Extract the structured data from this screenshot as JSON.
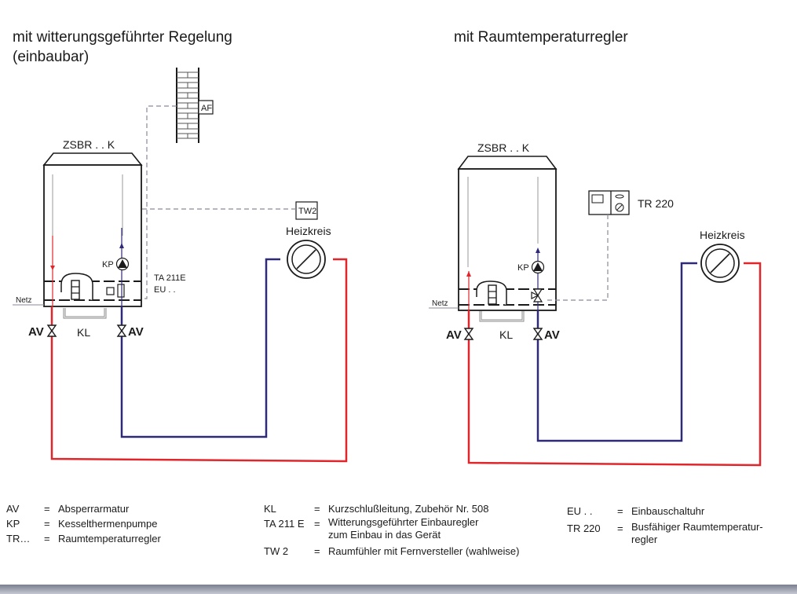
{
  "left_panel": {
    "title_line1": "mit witterungsgeführter Regelung",
    "title_line2": "(einbaubar)",
    "boiler_label": "ZSBR . . K",
    "pump_label": "KP",
    "controller_label_1": "TA 211E",
    "controller_label_2": "EU . .",
    "outdoor_sensor_label": "AF",
    "room_sensor_label": "TW2",
    "heating_circuit_label": "Heizkreis",
    "mains_label": "Netz",
    "valve_left_label": "AV",
    "valve_right_label": "AV",
    "bypass_label": "KL"
  },
  "right_panel": {
    "title": "mit Raumtemperaturregler",
    "boiler_label": "ZSBR . . K",
    "pump_label": "KP",
    "thermostat_label": "TR 220",
    "heating_circuit_label": "Heizkreis",
    "mains_label": "Netz",
    "valve_left_label": "AV",
    "valve_right_label": "AV",
    "bypass_label": "KL"
  },
  "colors": {
    "flow_red": "#e0262b",
    "return_blue": "#2e2a78",
    "signal_dashed": "#8a8a9a"
  },
  "legend": {
    "col1": [
      {
        "key": "AV",
        "value": "Absperrarmatur"
      },
      {
        "key": "KP",
        "value": "Kesselthermenpumpe"
      },
      {
        "key": "TR…",
        "value": "Raumtemperaturregler"
      }
    ],
    "col2": [
      {
        "key": "KL",
        "value": "Kurzschlußleitung, Zubehör Nr. 508"
      },
      {
        "key": "TA 211 E",
        "value": "Witterungsgeführter Einbauregler",
        "value2": "zum Einbau in das Gerät"
      },
      {
        "key": "TW 2",
        "value": "Raumfühler mit Fernversteller (wahlweise)"
      }
    ],
    "col3": [
      {
        "key": "EU . .",
        "value": "Einbauschaltuhr"
      },
      {
        "key": "TR 220",
        "value": "Busfähiger Raumtemperatur-",
        "value2": "regler"
      }
    ],
    "eq": "="
  }
}
